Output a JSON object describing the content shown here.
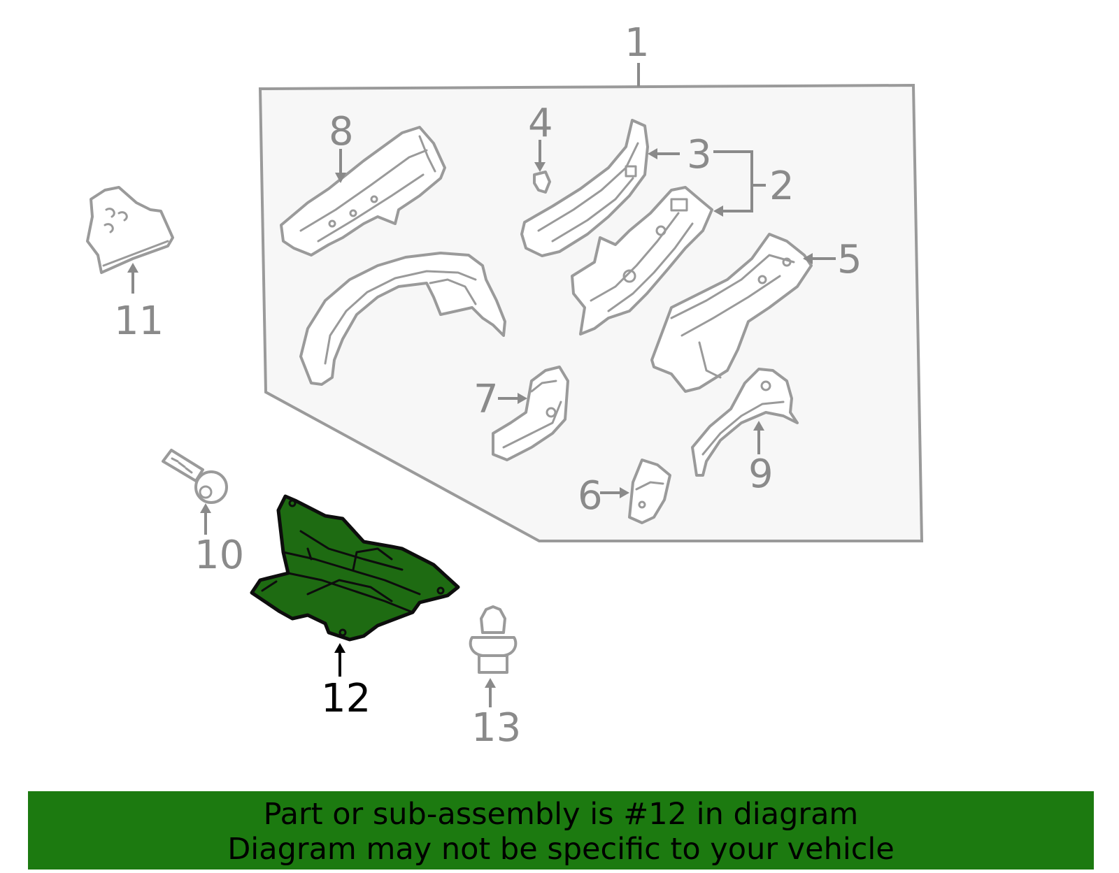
{
  "callouts": {
    "c1": "1",
    "c2": "2",
    "c3": "3",
    "c4": "4",
    "c5": "5",
    "c6": "6",
    "c7": "7",
    "c8": "8",
    "c9": "9",
    "c10": "10",
    "c11": "11",
    "c12": "12",
    "c13": "13"
  },
  "highlighted_part": "12",
  "colors": {
    "highlight_green": "#1e6b12",
    "banner_green": "#1c7a10",
    "outline_gray": "#9a9a9a",
    "label_gray": "#8a8a8a"
  },
  "footer": {
    "line1": "Part or sub-assembly is #12 in diagram",
    "line2": "Diagram may not be specific to your vehicle"
  }
}
